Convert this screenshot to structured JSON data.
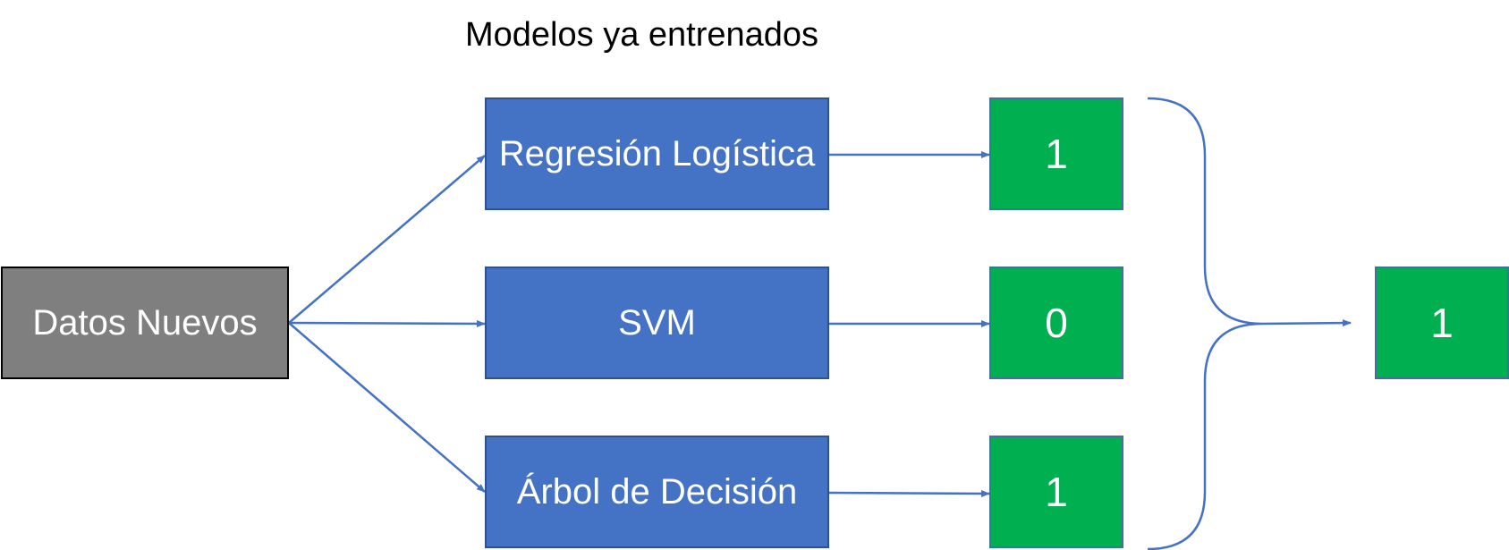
{
  "title": "Modelos ya entrenados",
  "input": {
    "label": "Datos Nuevos"
  },
  "models": [
    {
      "label": "Regresión Logística",
      "prediction": "1"
    },
    {
      "label": "SVM",
      "prediction": "0"
    },
    {
      "label": "Árbol de Decisión",
      "prediction": "1"
    }
  ],
  "final": {
    "prediction": "1"
  },
  "colors": {
    "input_fill": "#7f7f7f",
    "model_fill": "#4472c4",
    "prediction_fill": "#00b050",
    "connector": "#4472c4"
  }
}
